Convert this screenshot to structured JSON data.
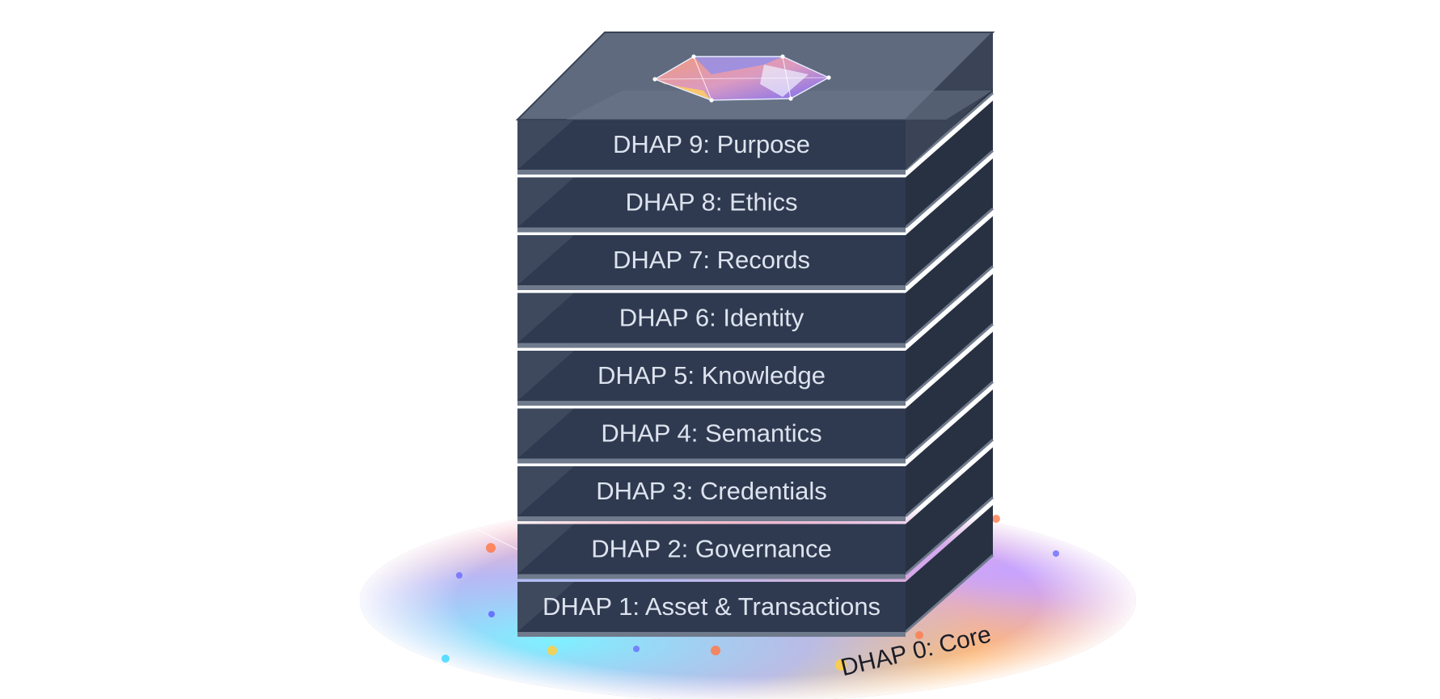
{
  "diagram": {
    "core": {
      "label": "DHAP 0: Core"
    },
    "layers": [
      {
        "label": "DHAP 9: Purpose"
      },
      {
        "label": "DHAP 8: Ethics"
      },
      {
        "label": "DHAP 7: Records"
      },
      {
        "label": "DHAP 6: Identity"
      },
      {
        "label": "DHAP 5: Knowledge"
      },
      {
        "label": "DHAP 4: Semantics"
      },
      {
        "label": "DHAP 3: Credentials"
      },
      {
        "label": "DHAP 2: Governance"
      },
      {
        "label": "DHAP 1: Asset & Transactions"
      }
    ],
    "colors": {
      "layer_front": "#2f3a50",
      "layer_side": "#283142",
      "layer_top": "#5d687c",
      "separator": "#6f7a8c",
      "label_text": "#dde3ee"
    },
    "top_emblem_icon": "crystal-polyhedron-icon"
  }
}
